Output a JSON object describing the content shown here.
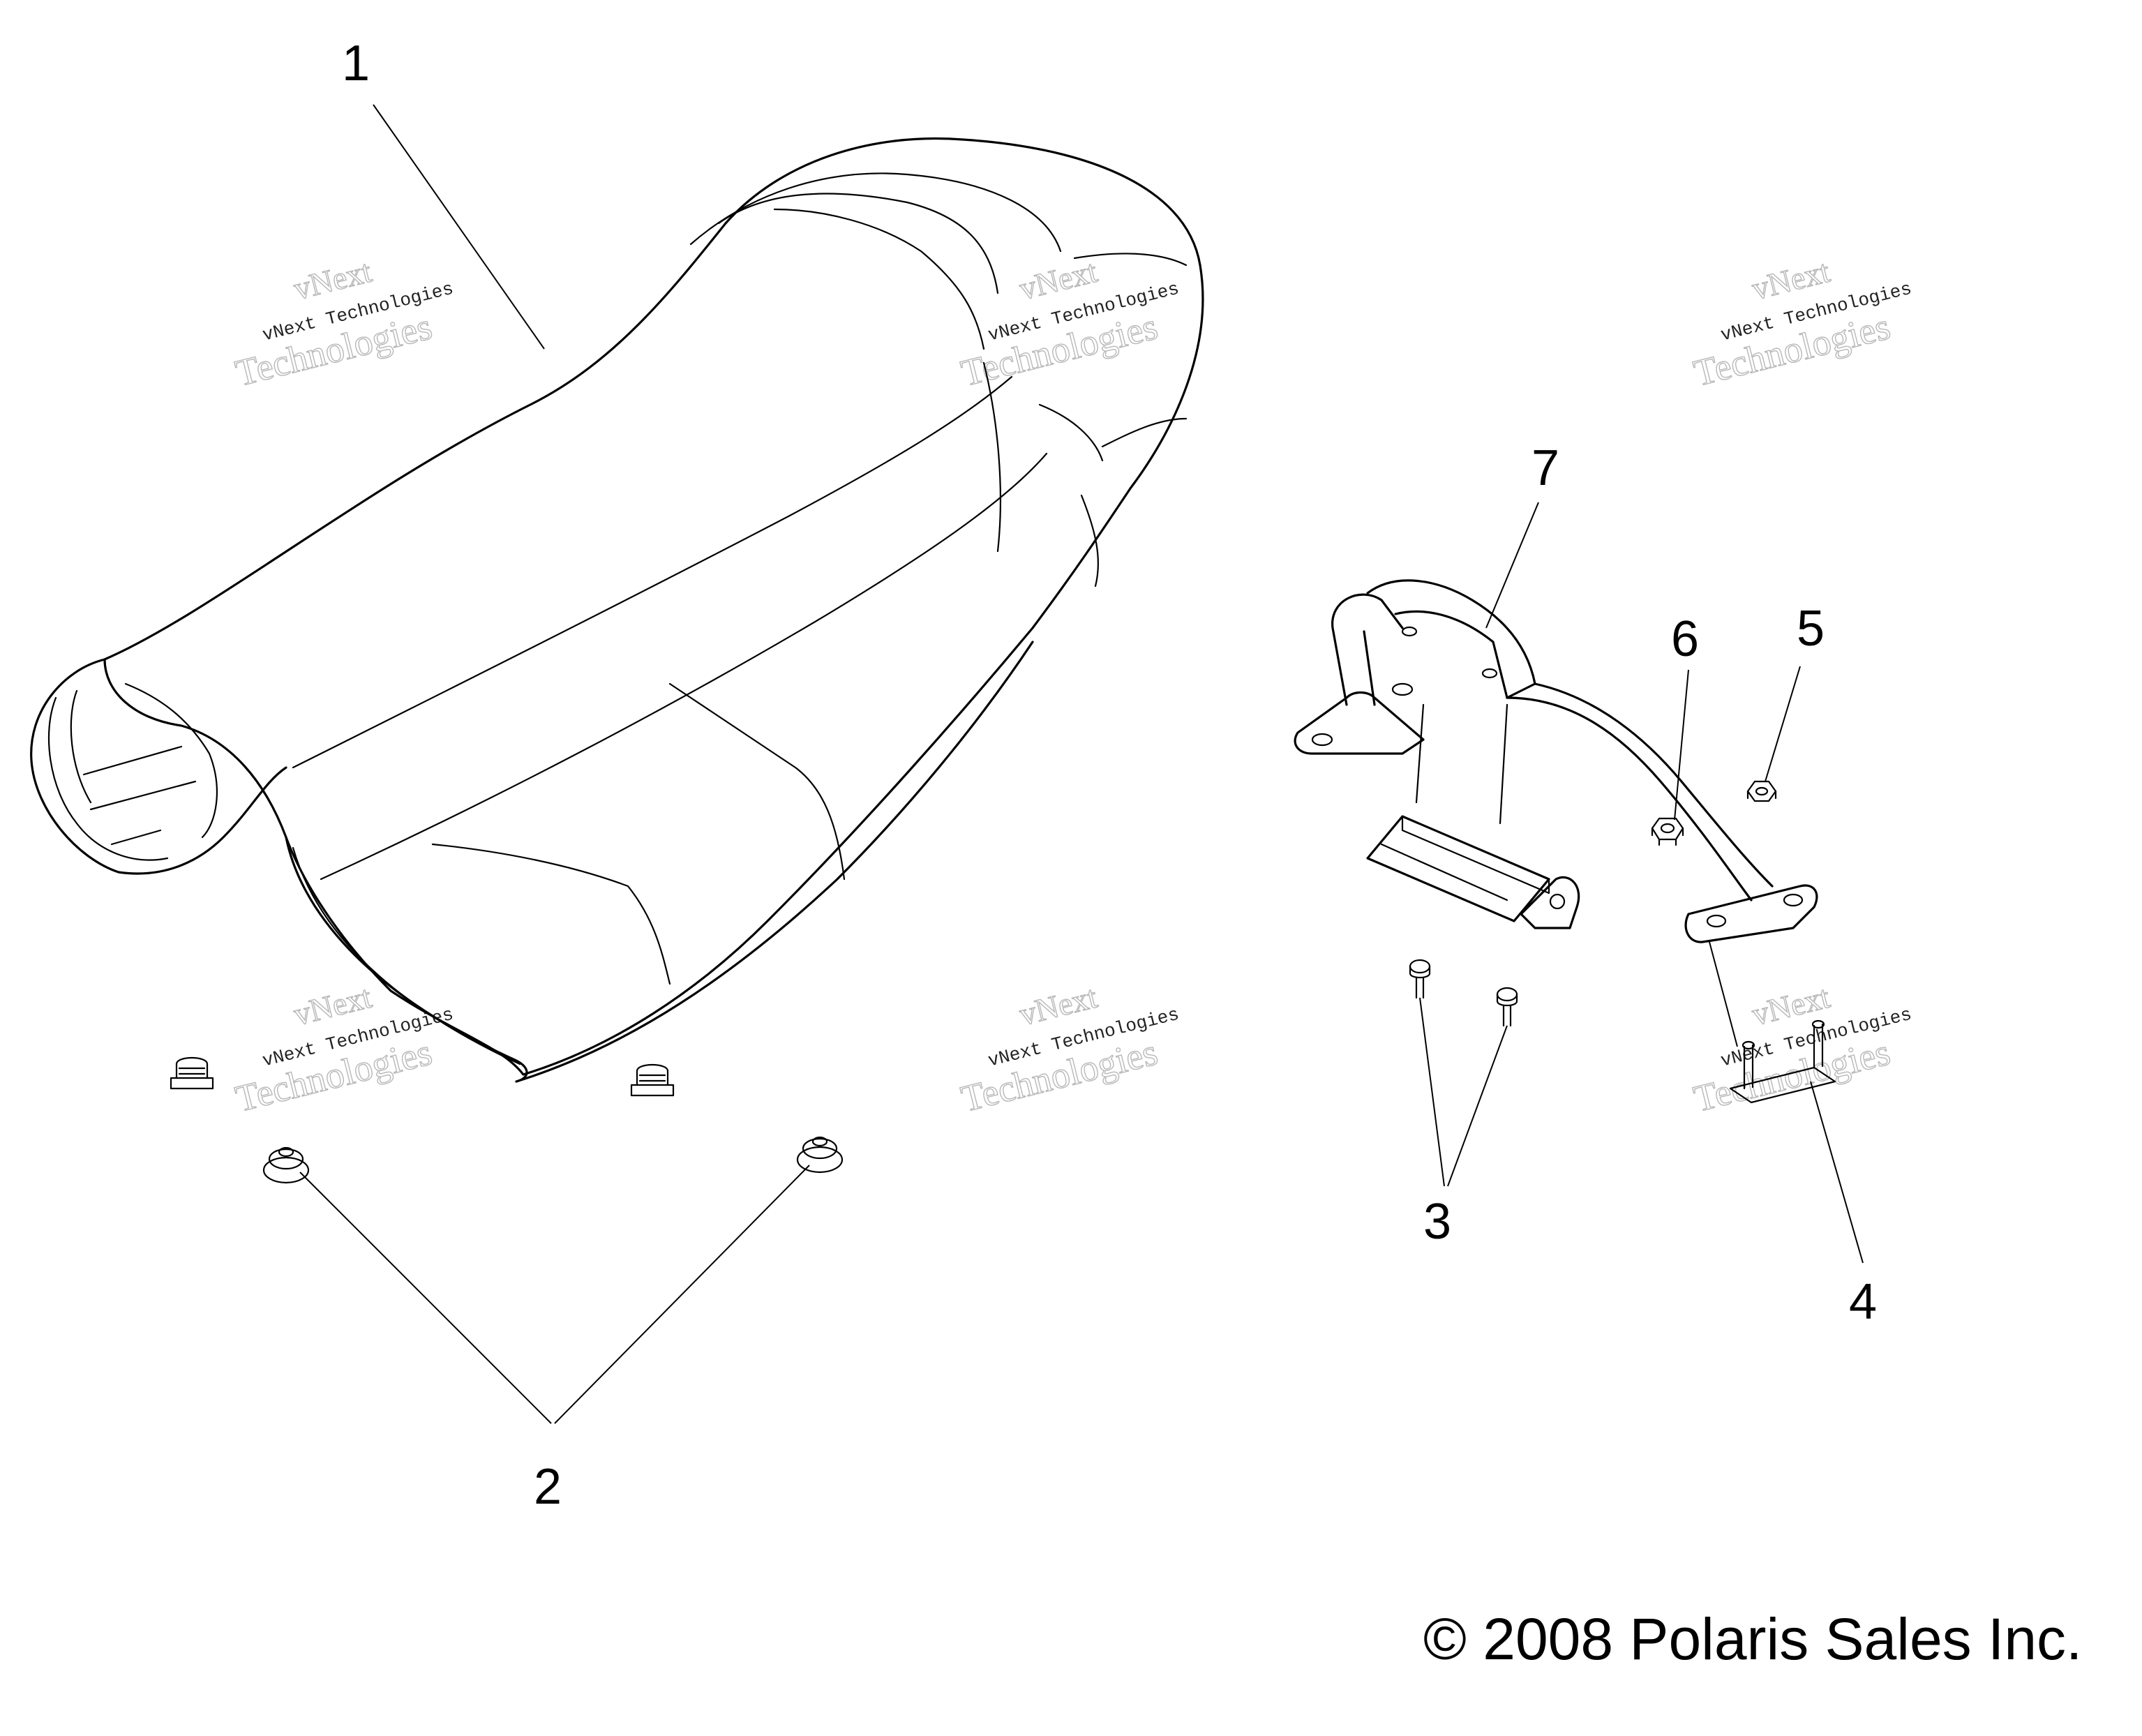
{
  "callouts": [
    "1",
    "2",
    "3",
    "4",
    "5",
    "6",
    "7"
  ],
  "watermark": {
    "line1": "vNext",
    "line2": "vNext Technologies",
    "line3": "Technologies"
  },
  "copyright": "© 2008 Polaris Sales Inc."
}
